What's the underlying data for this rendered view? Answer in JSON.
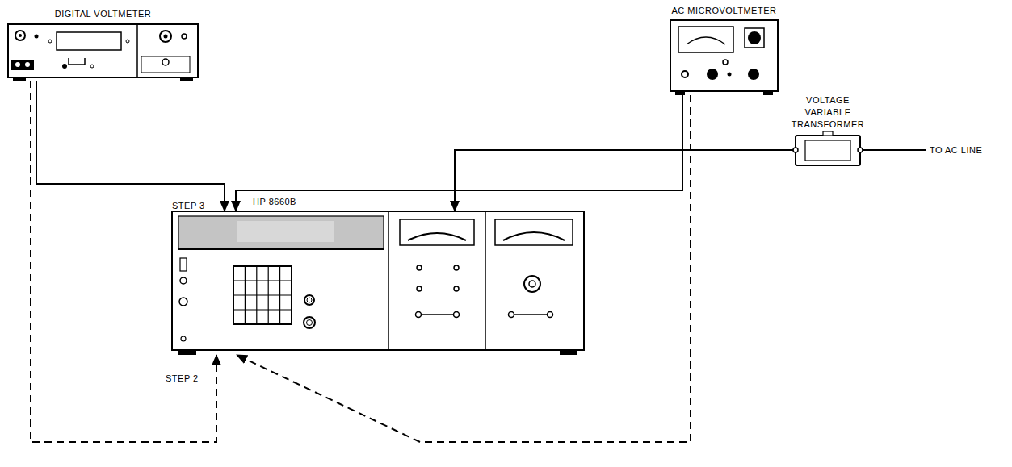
{
  "diagram": {
    "nodes": [
      {
        "text": [
          "DIGITAL VOLTMETER"
        ]
      },
      {
        "text": [
          "AC MICROVOLTMETER"
        ]
      },
      {
        "text": [
          "VOLTAGE VARIABLE TRANSFORMER"
        ]
      },
      {
        "text": [
          "HP 8660B"
        ]
      }
    ],
    "edges": [
      {
        "from": 0,
        "to": 3,
        "arrow": "to"
      },
      {
        "from": 1,
        "to": 3,
        "arrow": "to"
      },
      {
        "from": 2,
        "to": 3,
        "arrow": "to"
      },
      {
        "from": 0,
        "to": 3,
        "arrow": "to"
      },
      {
        "from": 1,
        "to": 3,
        "arrow": "to"
      }
    ],
    "labels": [
      "STEP 3",
      "STEP 2",
      "TO AC LINE"
    ]
  }
}
